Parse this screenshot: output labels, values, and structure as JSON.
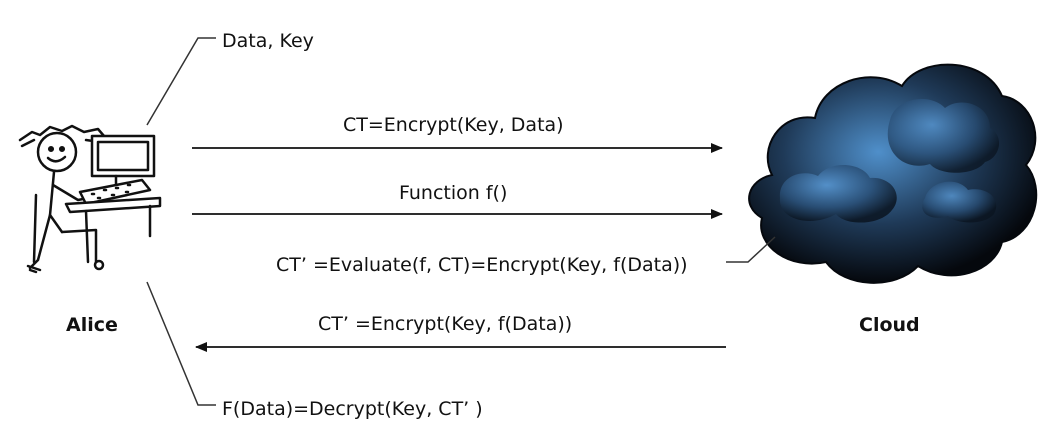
{
  "actors": {
    "client": "Alice",
    "server": "Cloud"
  },
  "labels": {
    "data_key": "Data, Key",
    "encrypt": "CT=Encrypt(Key, Data)",
    "function": "Function f()",
    "evaluate": "CT’  =Evaluate(f, CT)=Encrypt(Key, f(Data))",
    "result": "CT’  =Encrypt(Key, f(Data))",
    "decrypt": "F(Data)=Decrypt(Key, CT’ )"
  },
  "colors": {
    "line": "#111111",
    "cloud_dark": "#05080d",
    "cloud_mid": "#1f3a58",
    "cloud_light": "#4f8fca"
  },
  "icons": {
    "client": "person-at-computer-icon",
    "server": "cloud-icon"
  }
}
